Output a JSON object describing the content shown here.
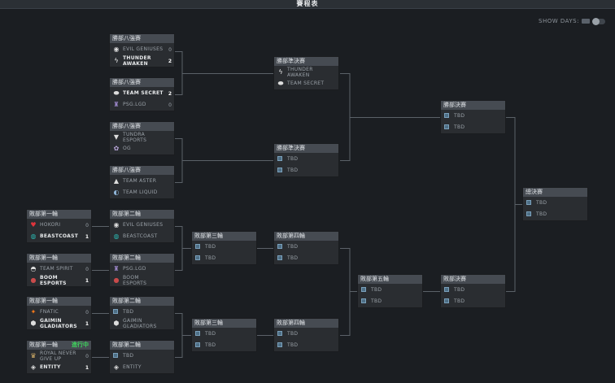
{
  "page": {
    "title": "賽程表",
    "show_days_label": "SHOW DAYS:"
  },
  "upper_qf": [
    {
      "label": "勝部八強賽",
      "teams": [
        {
          "name": "EVIL GENIUSES",
          "score": "0",
          "icon": "evil-geniuses-icon",
          "win": false
        },
        {
          "name": "THUNDER AWAKEN",
          "score": "2",
          "icon": "thunder-awaken-icon",
          "win": true
        }
      ]
    },
    {
      "label": "勝部八強賽",
      "teams": [
        {
          "name": "TEAM SECRET",
          "score": "2",
          "icon": "team-secret-icon",
          "win": true
        },
        {
          "name": "PSG.LGD",
          "score": "0",
          "icon": "psg-lgd-icon",
          "win": false
        }
      ]
    },
    {
      "label": "勝部八強賽",
      "teams": [
        {
          "name": "TUNDRA ESPORTS",
          "score": "",
          "icon": "tundra-icon",
          "win": false
        },
        {
          "name": "OG",
          "score": "",
          "icon": "og-icon",
          "win": false
        }
      ]
    },
    {
      "label": "勝部八強賽",
      "teams": [
        {
          "name": "TEAM ASTER",
          "score": "",
          "icon": "team-aster-icon",
          "win": false
        },
        {
          "name": "TEAM LIQUID",
          "score": "",
          "icon": "team-liquid-icon",
          "win": false
        }
      ]
    }
  ],
  "upper_sf": [
    {
      "label": "勝部準決賽",
      "teams": [
        {
          "name": "THUNDER AWAKEN",
          "score": "",
          "icon": "thunder-awaken-icon",
          "win": false
        },
        {
          "name": "TEAM SECRET",
          "score": "",
          "icon": "team-secret-icon",
          "win": false
        }
      ]
    },
    {
      "label": "勝部準決賽",
      "teams": [
        {
          "name": "TBD",
          "score": "",
          "icon": "tbd-icon",
          "win": false
        },
        {
          "name": "TBD",
          "score": "",
          "icon": "tbd-icon",
          "win": false
        }
      ]
    }
  ],
  "upper_final": {
    "label": "勝部決賽",
    "teams": [
      {
        "name": "TBD",
        "score": "",
        "icon": "tbd-icon",
        "win": false
      },
      {
        "name": "TBD",
        "score": "",
        "icon": "tbd-icon",
        "win": false
      }
    ]
  },
  "grand_final": {
    "label": "總決賽",
    "teams": [
      {
        "name": "TBD",
        "score": "",
        "icon": "tbd-icon",
        "win": false
      },
      {
        "name": "TBD",
        "score": "",
        "icon": "tbd-icon",
        "win": false
      }
    ]
  },
  "lower_r1": [
    {
      "label": "敗部第一輪",
      "live": "",
      "teams": [
        {
          "name": "HOKORI",
          "score": "0",
          "icon": "hokori-icon",
          "win": false
        },
        {
          "name": "BEASTCOAST",
          "score": "1",
          "icon": "beastcoast-icon",
          "win": true
        }
      ]
    },
    {
      "label": "敗部第一輪",
      "live": "",
      "teams": [
        {
          "name": "TEAM SPIRIT",
          "score": "0",
          "icon": "team-spirit-icon",
          "win": false
        },
        {
          "name": "BOOM ESPORTS",
          "score": "1",
          "icon": "boom-esports-icon",
          "win": true
        }
      ]
    },
    {
      "label": "敗部第一輪",
      "live": "",
      "teams": [
        {
          "name": "FNATIC",
          "score": "0",
          "icon": "fnatic-icon",
          "win": false
        },
        {
          "name": "GAIMIN GLADIATORS",
          "score": "1",
          "icon": "gaimin-icon",
          "win": true
        }
      ]
    },
    {
      "label": "敗部第一輪",
      "live": "進行中",
      "teams": [
        {
          "name": "ROYAL NEVER GIVE UP",
          "score": "0",
          "icon": "rng-icon",
          "win": false
        },
        {
          "name": "ENTITY",
          "score": "1",
          "icon": "entity-icon",
          "win": true
        }
      ]
    }
  ],
  "lower_r2": [
    {
      "label": "敗部第二輪",
      "teams": [
        {
          "name": "EVIL GENIUSES",
          "score": "",
          "icon": "evil-geniuses-icon",
          "win": false
        },
        {
          "name": "BEASTCOAST",
          "score": "",
          "icon": "beastcoast-icon",
          "win": false
        }
      ]
    },
    {
      "label": "敗部第二輪",
      "teams": [
        {
          "name": "PSG.LGD",
          "score": "",
          "icon": "psg-lgd-icon",
          "win": false
        },
        {
          "name": "BOOM ESPORTS",
          "score": "",
          "icon": "boom-esports-icon",
          "win": false
        }
      ]
    },
    {
      "label": "敗部第二輪",
      "teams": [
        {
          "name": "TBD",
          "score": "",
          "icon": "tbd-icon",
          "win": false
        },
        {
          "name": "GAIMIN GLADIATORS",
          "score": "",
          "icon": "gaimin-icon",
          "win": false
        }
      ]
    },
    {
      "label": "敗部第二輪",
      "teams": [
        {
          "name": "TBD",
          "score": "",
          "icon": "tbd-icon",
          "win": false
        },
        {
          "name": "ENTITY",
          "score": "",
          "icon": "entity-icon",
          "win": false
        }
      ]
    }
  ],
  "lower_r3": [
    {
      "label": "敗部第三輪",
      "teams": [
        {
          "name": "TBD",
          "score": "",
          "icon": "tbd-icon",
          "win": false
        },
        {
          "name": "TBD",
          "score": "",
          "icon": "tbd-icon",
          "win": false
        }
      ]
    },
    {
      "label": "敗部第三輪",
      "teams": [
        {
          "name": "TBD",
          "score": "",
          "icon": "tbd-icon",
          "win": false
        },
        {
          "name": "TBD",
          "score": "",
          "icon": "tbd-icon",
          "win": false
        }
      ]
    }
  ],
  "lower_r4": [
    {
      "label": "敗部第四輪",
      "teams": [
        {
          "name": "TBD",
          "score": "",
          "icon": "tbd-icon",
          "win": false
        },
        {
          "name": "TBD",
          "score": "",
          "icon": "tbd-icon",
          "win": false
        }
      ]
    },
    {
      "label": "敗部第四輪",
      "teams": [
        {
          "name": "TBD",
          "score": "",
          "icon": "tbd-icon",
          "win": false
        },
        {
          "name": "TBD",
          "score": "",
          "icon": "tbd-icon",
          "win": false
        }
      ]
    }
  ],
  "lower_r5": {
    "label": "敗部第五輪",
    "teams": [
      {
        "name": "TBD",
        "score": "",
        "icon": "tbd-icon",
        "win": false
      },
      {
        "name": "TBD",
        "score": "",
        "icon": "tbd-icon",
        "win": false
      }
    ]
  },
  "lower_final": {
    "label": "敗部決賽",
    "teams": [
      {
        "name": "TBD",
        "score": "",
        "icon": "tbd-icon",
        "win": false
      },
      {
        "name": "TBD",
        "score": "",
        "icon": "tbd-icon",
        "win": false
      }
    ]
  },
  "colors": {
    "background": "#1b1e22",
    "card": "#2a2d31",
    "header": "#464b52",
    "live": "#3fd25d",
    "line": "#5b6168"
  }
}
